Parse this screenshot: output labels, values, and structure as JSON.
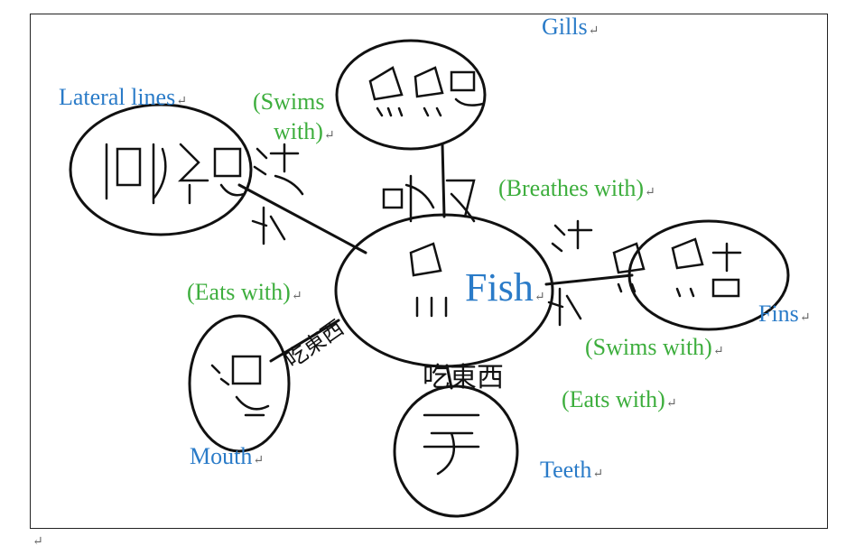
{
  "labels": {
    "lateral_lines": "Lateral lines",
    "swims_with_1_line1": "(Swims",
    "swims_with_1_line2": "with)",
    "gills": "Gills",
    "breathes_with": "(Breathes with)",
    "fish": "Fish",
    "eats_with_1": "(Eats with)",
    "fins": "Fins",
    "swims_with_2": "(Swims with)",
    "eats_with_2": "(Eats with)",
    "mouth": "Mouth",
    "teeth": "Teeth"
  },
  "return_mark": "↵",
  "handwriting": {
    "center": "魚",
    "gills": "魚鰓",
    "breathe": "呼吸",
    "lateral_lines": "側線",
    "swim_left": "游水",
    "fins": "魚鰭",
    "swim_right": "游水",
    "mouth": "嘴",
    "eat_left": "吃東西",
    "teeth": "牙",
    "eat_bottom": "吃東西"
  },
  "colors": {
    "blue": "#2a7bc8",
    "green": "#3dae3d",
    "ink": "#111111"
  }
}
